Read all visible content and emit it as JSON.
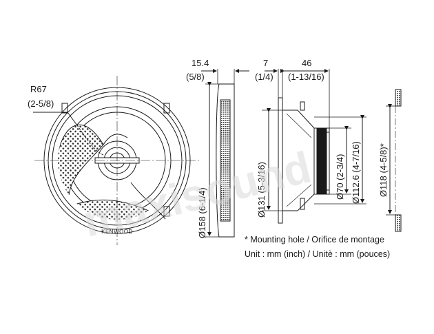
{
  "brand_label": "KENWOOD",
  "watermark": "maxisound",
  "dimensions": {
    "radius": {
      "value": "R67",
      "imperial": "(2-5/8)"
    },
    "grille_depth": {
      "value": "15.4",
      "imperial": "(5/8)"
    },
    "outer_diameter": {
      "text": "Ø158 (6-1/4)"
    },
    "flange_thickness": {
      "value": "7",
      "imperial": "(1/4)"
    },
    "mounting_depth": {
      "value": "46",
      "imperial": "(1-13/16)"
    },
    "frame_diameter": {
      "text": "Ø131 (5-3/16)"
    },
    "magnet_diameter": {
      "text": "Ø70 (2-3/4)"
    },
    "basket_diameter": {
      "text": "Ø112.6 (4-7/16)"
    },
    "cutout_diameter": {
      "text": "Ø118 (4-5/8)*"
    }
  },
  "notes": {
    "mounting_hole": "* Mounting hole / Orifice de montage",
    "units": "Unit : mm (inch) / Unitè : mm (pouces)"
  },
  "colors": {
    "line": "#1a1a1a",
    "watermark": "#d9d9d9",
    "grille": "#2a2a2a"
  }
}
